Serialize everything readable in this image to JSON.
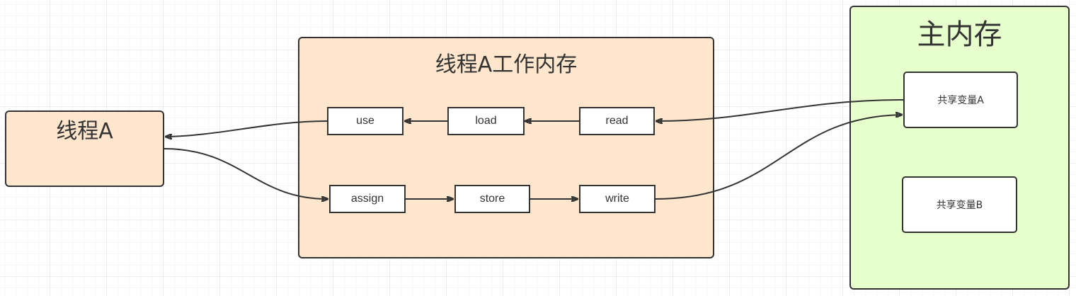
{
  "diagram": {
    "thread": {
      "title": "线程A"
    },
    "working_memory": {
      "title": "线程A工作内存",
      "ops": {
        "use": "use",
        "load": "load",
        "read": "read",
        "assign": "assign",
        "store": "store",
        "write": "write"
      }
    },
    "main_memory": {
      "title": "主内存",
      "variables": [
        "共享变量A",
        "共享变量B"
      ]
    },
    "colors": {
      "thread_fill": "#ffe6cc",
      "working_memory_fill": "#ffe6cc",
      "main_memory_fill": "#e6ffcc",
      "stroke": "#333333"
    },
    "flow": [
      [
        "共享变量A",
        "read"
      ],
      [
        "read",
        "load"
      ],
      [
        "load",
        "use"
      ],
      [
        "use",
        "线程A"
      ],
      [
        "线程A",
        "assign"
      ],
      [
        "assign",
        "store"
      ],
      [
        "store",
        "write"
      ],
      [
        "write",
        "共享变量A"
      ]
    ]
  }
}
